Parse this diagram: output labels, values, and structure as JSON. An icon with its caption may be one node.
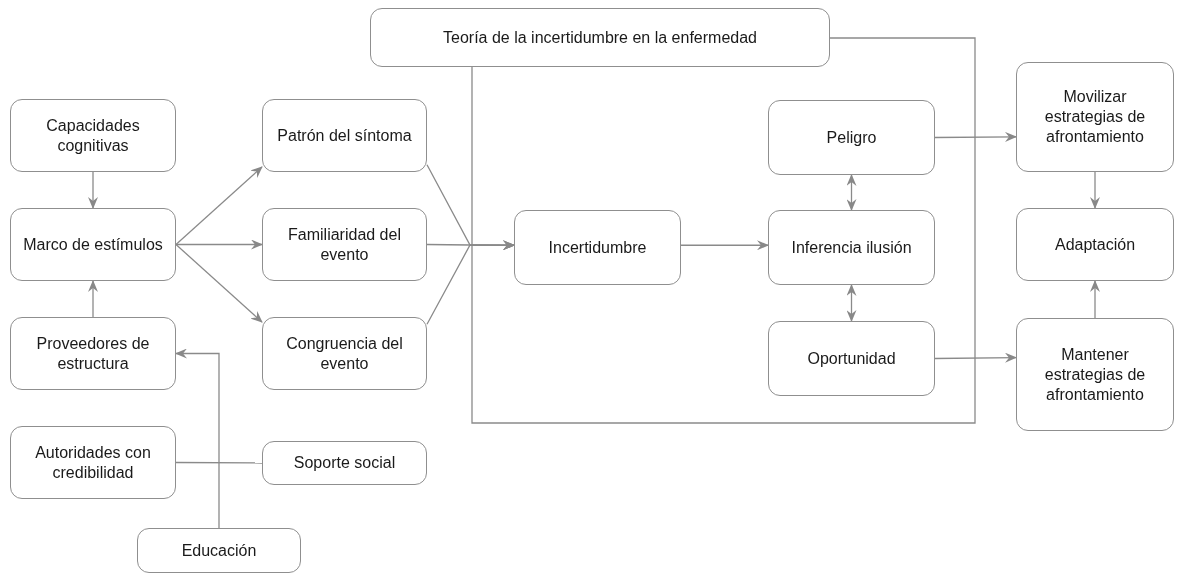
{
  "diagram": {
    "nodes": [
      {
        "text": [
          "Teoría de la incertidumbre en la enfermedad"
        ]
      },
      {
        "text": [
          "Capacidades cognitivas"
        ]
      },
      {
        "text": [
          "Patrón del síntoma"
        ]
      },
      {
        "text": [
          "Peligro"
        ]
      },
      {
        "text": [
          "Movilizar estrategias de afrontamiento"
        ]
      },
      {
        "text": [
          "Marco de estímulos"
        ]
      },
      {
        "text": [
          "Familiaridad del evento"
        ]
      },
      {
        "text": [
          "Incertidumbre"
        ]
      },
      {
        "text": [
          "Inferencia ilusión"
        ]
      },
      {
        "text": [
          "Adaptación"
        ]
      },
      {
        "text": [
          "Proveedores de estructura"
        ]
      },
      {
        "text": [
          "Congruencia del evento"
        ]
      },
      {
        "text": [
          "Oportunidad"
        ]
      },
      {
        "text": [
          "Mantener estrategias de afrontamiento"
        ]
      },
      {
        "text": [
          "Autoridades con credibilidad"
        ]
      },
      {
        "text": [
          "Soporte social"
        ]
      },
      {
        "text": [
          "Educación"
        ]
      }
    ],
    "edges": [
      {
        "from": 1,
        "to": 5,
        "arrow": "to"
      },
      {
        "from": 10,
        "to": 5,
        "arrow": "to"
      },
      {
        "from": 5,
        "to": 2,
        "arrow": "to"
      },
      {
        "from": 5,
        "to": 6,
        "arrow": "to"
      },
      {
        "from": 5,
        "to": 11,
        "arrow": "to"
      },
      {
        "from": 2,
        "to": 7,
        "arrow": "to"
      },
      {
        "from": 6,
        "to": 7,
        "arrow": "to"
      },
      {
        "from": 11,
        "to": 7,
        "arrow": "to"
      },
      {
        "from": 7,
        "to": 8,
        "arrow": "to"
      },
      {
        "from": 8,
        "to": 3,
        "arrow": "both"
      },
      {
        "from": 8,
        "to": 12,
        "arrow": "both"
      },
      {
        "from": 3,
        "to": 4,
        "arrow": "to"
      },
      {
        "from": 12,
        "to": 13,
        "arrow": "to"
      },
      {
        "from": 4,
        "to": 9,
        "arrow": "to"
      },
      {
        "from": 13,
        "to": 9,
        "arrow": "to"
      },
      {
        "from": 16,
        "to": 10,
        "arrow": "to"
      },
      {
        "from": 14,
        "to": 15,
        "arrow": "none"
      }
    ]
  }
}
